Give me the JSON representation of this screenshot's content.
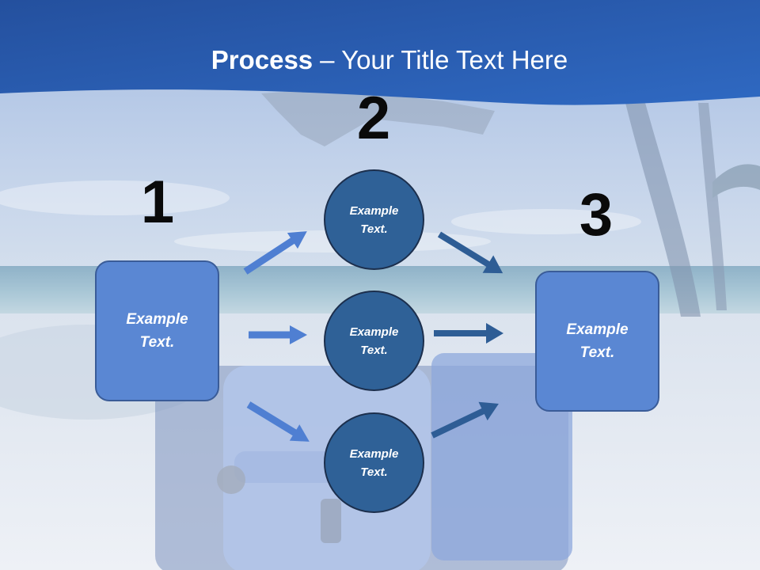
{
  "slide": {
    "title_bold": "Process",
    "title_rest": "– Your Title Text Here"
  },
  "diagram": {
    "step_numbers": [
      "1",
      "2",
      "3"
    ],
    "start_box": {
      "text": "Example Text."
    },
    "middle_circles": [
      {
        "text": "Example Text."
      },
      {
        "text": "Example Text."
      },
      {
        "text": "Example Text."
      }
    ],
    "end_box": {
      "text": "Example Text."
    }
  },
  "colors": {
    "header": "#2a57a7",
    "box_fill": "#5a87d3",
    "box_border": "#3a5c98",
    "circle_fill": "#2f6197",
    "circle_border": "#1c2f4d",
    "arrow_light": "#4f7fd2",
    "arrow_dark": "#2e5d95",
    "step_number": "#0a0a0a",
    "label": "#ffffff"
  }
}
